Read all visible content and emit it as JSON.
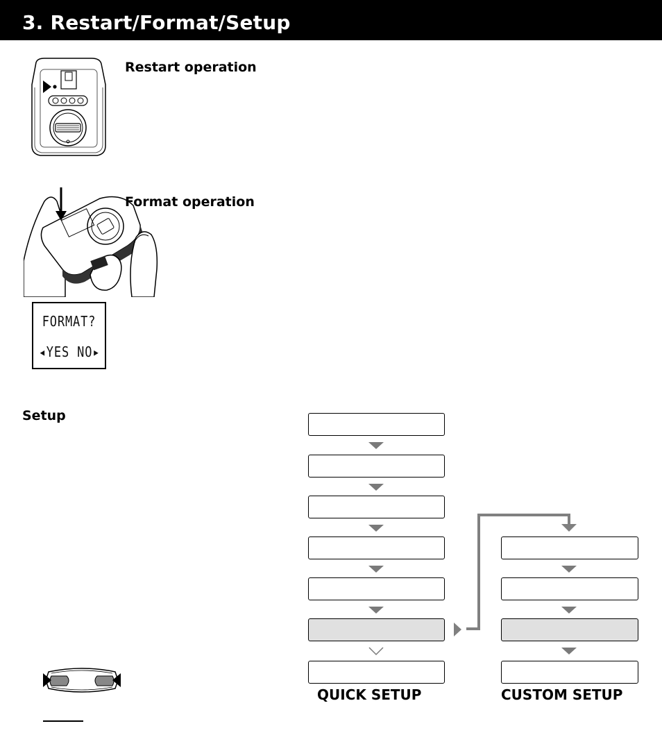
{
  "header": {
    "title": "3. Restart/Format/Setup"
  },
  "sections": {
    "restart": {
      "heading": "Restart operation"
    },
    "format": {
      "heading": "Format operation"
    },
    "setup": {
      "heading": "Setup"
    }
  },
  "lcd": {
    "line1": "FORMAT?",
    "line2": "◂YES NO▸"
  },
  "flow": {
    "quick_setup_label": "QUICK SETUP",
    "custom_setup_label": "CUSTOM SETUP",
    "connector_color": "#808080",
    "selected_box_color": "#e0e0e0"
  },
  "icons": [
    "device-back-illustration",
    "format-hand-illustration",
    "button-pair-illustration"
  ]
}
